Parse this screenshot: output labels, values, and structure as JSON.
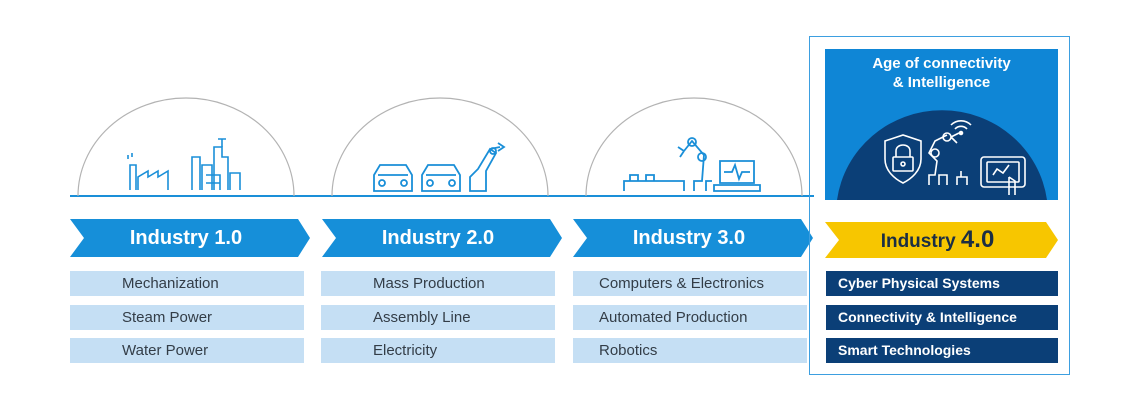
{
  "colors": {
    "chevron": "#168fd9",
    "item_bg": "#c5dff4",
    "accent_yellow": "#f7c600",
    "navy": "#0b3f77",
    "blue": "#0f86d6"
  },
  "stages": [
    {
      "label": "Industry 1.0",
      "icon": "factory-icon",
      "items": [
        "Mechanization",
        "Steam Power",
        "Water Power"
      ]
    },
    {
      "label": "Industry 2.0",
      "icon": "assembly-robot-cars-icon",
      "items": [
        "Mass Production",
        "Assembly Line",
        "Electricity"
      ]
    },
    {
      "label": "Industry 3.0",
      "icon": "robot-arm-computer-icon",
      "items": [
        "Computers & Electronics",
        "Automated Production",
        "Robotics"
      ]
    }
  ],
  "stage4": {
    "heading": "Age of connectivity\n& Intelligence",
    "label_word": "Industry",
    "label_number": "4.0",
    "icons": [
      "shield-lock-icon",
      "robot-arm-icon",
      "wifi-icon",
      "tablet-touch-icon"
    ],
    "items": [
      "Cyber Physical Systems",
      "Connectivity & Intelligence",
      "Smart Technologies"
    ]
  }
}
